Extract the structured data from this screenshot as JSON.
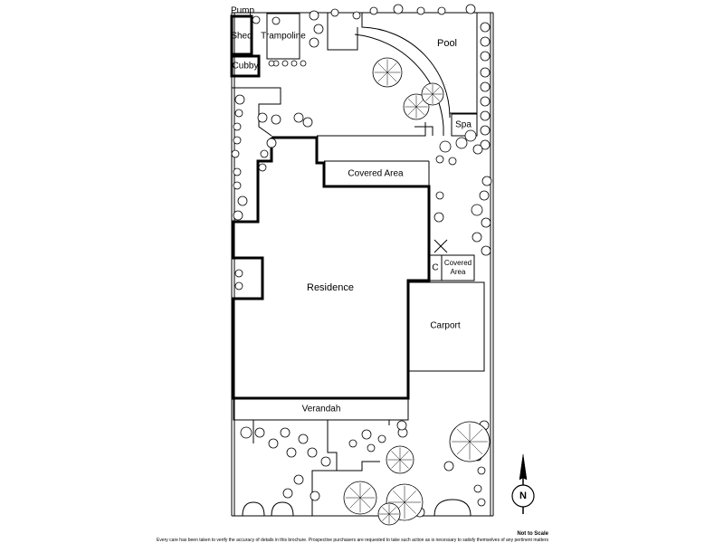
{
  "plan": {
    "labels": {
      "pump": "Pump",
      "shed": "Shed",
      "trampoline": "Trampoline",
      "cubby": "Cubby",
      "pool": "Pool",
      "spa": "Spa",
      "covered_area_top": "Covered Area",
      "c_store": "C",
      "covered_area_side_line1": "Covered",
      "covered_area_side_line2": "Area",
      "residence": "Residence",
      "carport": "Carport",
      "verandah": "Verandah"
    },
    "compass": {
      "letter": "N"
    },
    "footer": {
      "scale_note": "Not to Scale",
      "disclaimer": "Every care has been taken to verify the accuracy of details in this brochure. Prospective purchasers are requested to take such action as is necessary to satisfy themselves of any pertinent matters"
    },
    "colors": {
      "line": "#000000",
      "background": "#ffffff"
    }
  }
}
